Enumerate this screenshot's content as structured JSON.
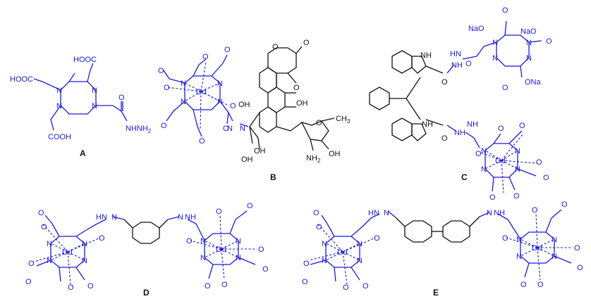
{
  "panels": [
    {
      "id": "A",
      "label": "A"
    },
    {
      "id": "B",
      "label": "B"
    },
    {
      "id": "C",
      "label": "C"
    },
    {
      "id": "D",
      "label": "D"
    },
    {
      "id": "E",
      "label": "E"
    }
  ],
  "atoms": {
    "hooc": "HOOC",
    "cooh": "COOH",
    "n": "N",
    "o": "O",
    "gd": "Gd",
    "nhnh2": "NHNH",
    "sub2": "2",
    "oh": "OH",
    "nh": "NH",
    "nh2": "NH",
    "hn": "HN",
    "ch3": "CH",
    "sub3": "3",
    "naO": "NaO",
    "oNa": "ONa",
    "na": "Na"
  }
}
